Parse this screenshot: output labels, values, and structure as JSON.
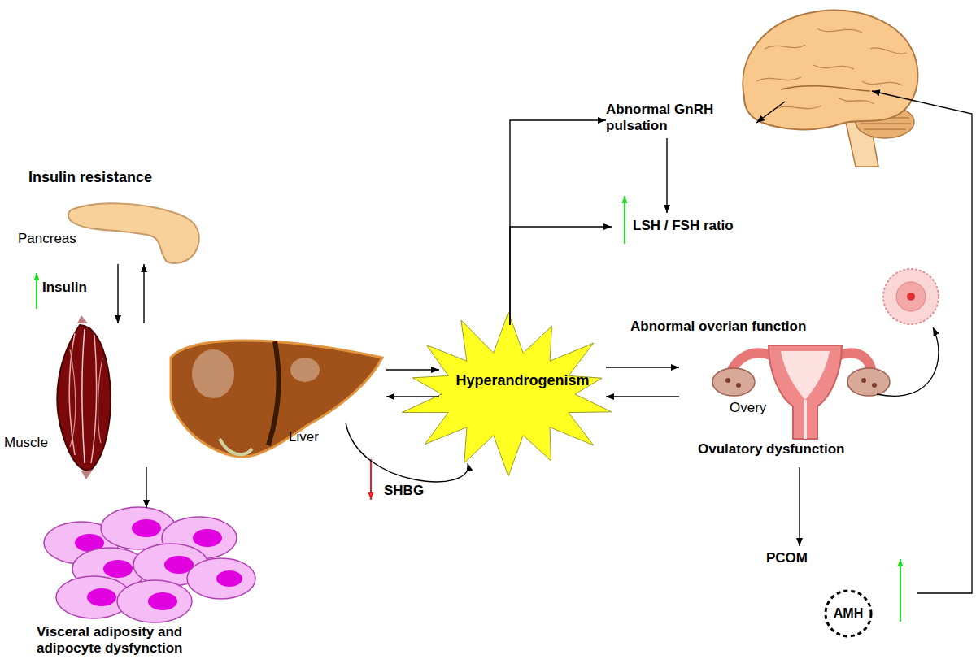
{
  "diagram": {
    "nodes": [
      {
        "text": [
          "Pancreas"
        ]
      },
      {
        "text": [
          "Muscle"
        ]
      },
      {
        "text": [
          "Liver"
        ]
      },
      {
        "text": [
          "Hyperandrogenism"
        ]
      },
      {
        "text": [
          "Abnormal GnRH pulsation"
        ]
      },
      {
        "text": [
          "LSH / FSH ratio"
        ]
      },
      {
        "text": [
          "Abnormal overian function",
          "Overy",
          "Ovulatory dysfunction"
        ]
      },
      {
        "text": [
          "PCOM"
        ]
      },
      {
        "text": [
          "AMH"
        ]
      },
      {
        "text": [
          "Visceral adiposity and adipocyte dysfynction"
        ]
      }
    ],
    "edges": [
      {
        "from": 0,
        "to": 1,
        "arrow": "to"
      },
      {
        "from": 1,
        "to": 0,
        "arrow": "to"
      },
      {
        "from": 1,
        "to": 9,
        "arrow": "to"
      },
      {
        "from": 2,
        "to": 3,
        "arrow": "to"
      },
      {
        "from": 3,
        "to": 2,
        "arrow": "to"
      },
      {
        "from": 2,
        "to": 3,
        "arrow": "to"
      },
      {
        "from": 3,
        "to": 4,
        "arrow": "to"
      },
      {
        "from": 3,
        "to": 5,
        "arrow": "to"
      },
      {
        "from": 4,
        "to": 5,
        "arrow": "to"
      },
      {
        "from": 3,
        "to": 6,
        "arrow": "to"
      },
      {
        "from": 6,
        "to": 3,
        "arrow": "to"
      },
      {
        "from": 6,
        "to": 7,
        "arrow": "to"
      }
    ],
    "labels": [
      "Insulin resistance",
      "Insulin",
      "SHBG"
    ]
  }
}
